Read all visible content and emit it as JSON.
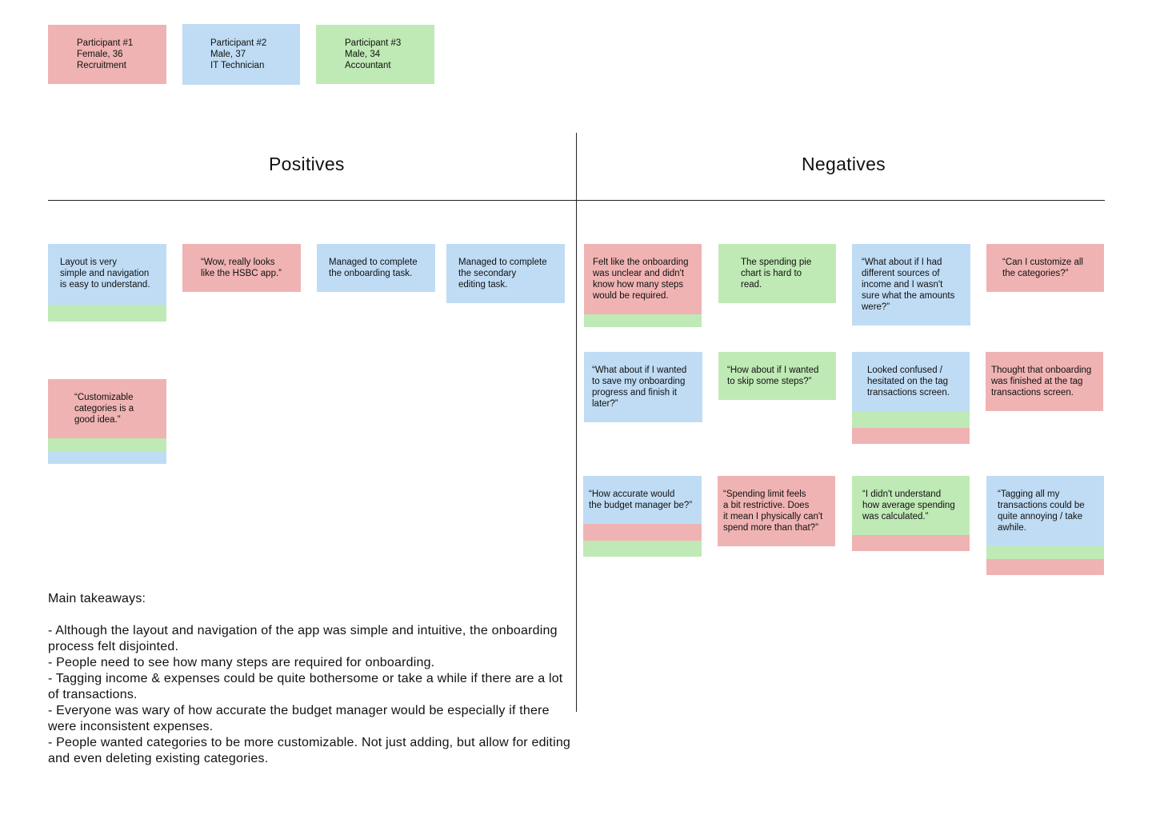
{
  "participants": [
    {
      "label": "Participant #1\nFemale, 36\nRecruitment",
      "color": "pink"
    },
    {
      "label": "Participant #2\nMale, 37\nIT Technician",
      "color": "blue"
    },
    {
      "label": "Participant #3\nMale, 34\nAccountant",
      "color": "green"
    }
  ],
  "headings": {
    "positives": "Positives",
    "negatives": "Negatives"
  },
  "positives": [
    {
      "text": "Layout is very\nsimple and navigation\nis easy to understand.",
      "color": "blue",
      "extra": [
        "green"
      ]
    },
    {
      "text": "“Wow, really looks\nlike the HSBC app.”",
      "color": "pink",
      "extra": []
    },
    {
      "text": "Managed to complete\nthe onboarding task.",
      "color": "blue",
      "extra": []
    },
    {
      "text": "Managed to complete\nthe secondary\nediting task.",
      "color": "blue",
      "extra": []
    },
    {
      "text": "“Customizable\ncategories is a\ngood idea.”",
      "color": "pink",
      "extra": [
        "green",
        "blue"
      ]
    }
  ],
  "negatives": [
    {
      "text": "Felt like the onboarding\nwas unclear and didn't\nknow how many steps\nwould be required.",
      "color": "pink",
      "extra": [
        "green"
      ]
    },
    {
      "text": "The spending pie\nchart is hard to\nread.",
      "color": "green",
      "extra": []
    },
    {
      "text": "“What about if I had\ndifferent sources of\nincome and I wasn't\nsure what the amounts\nwere?”",
      "color": "blue",
      "extra": []
    },
    {
      "text": "“Can I customize all\nthe categories?”",
      "color": "pink",
      "extra": []
    },
    {
      "text": "“What about if I wanted\nto save my onboarding\nprogress and finish it\nlater?”",
      "color": "blue",
      "extra": []
    },
    {
      "text": "“How about if I wanted\nto skip some steps?”",
      "color": "green",
      "extra": []
    },
    {
      "text": "Looked confused /\nhesitated on the tag\ntransactions screen.",
      "color": "blue",
      "extra": [
        "green",
        "pink"
      ]
    },
    {
      "text": "Thought that onboarding\nwas finished at the tag\ntransactions screen.",
      "color": "pink",
      "extra": []
    },
    {
      "text": "“How accurate would\nthe budget manager be?”",
      "color": "blue",
      "extra": [
        "pink",
        "green"
      ]
    },
    {
      "text": "“Spending limit feels\na bit restrictive. Does\nit mean I physically can't\nspend more than that?”",
      "color": "pink",
      "extra": []
    },
    {
      "text": "“I didn't understand\nhow average spending\nwas calculated.”",
      "color": "green",
      "extra": [
        "pink"
      ]
    },
    {
      "text": "“Tagging all my\ntransactions could be\nquite annoying / take\nawhile.",
      "color": "blue",
      "extra": [
        "green",
        "pink"
      ]
    }
  ],
  "takeaways": {
    "title": "Main takeaways:",
    "items": [
      "- Although the layout and navigation of the app was simple and intuitive, the onboarding process felt disjointed.",
      "- People need to see how many steps are required for onboarding.",
      "- Tagging income & expenses could be quite bothersome or take a while if there are a lot of transactions.",
      "- Everyone was wary of how accurate the budget manager would be especially if there were inconsistent expenses.",
      "- People wanted categories to be more customizable. Not just adding, but allow for editing and even deleting existing categories."
    ]
  }
}
